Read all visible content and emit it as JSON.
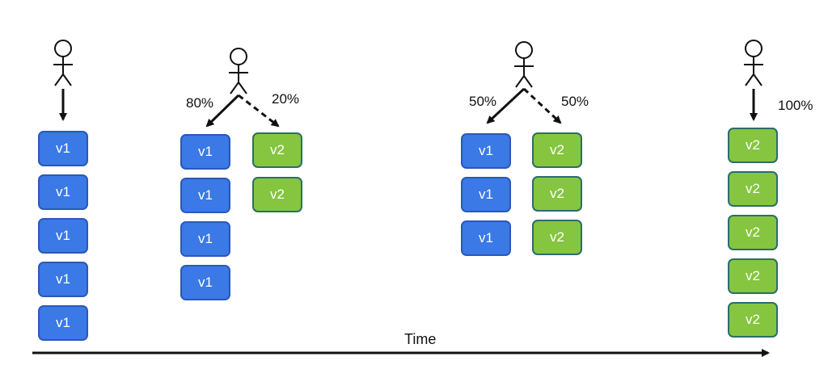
{
  "stages": [
    {
      "id": "stage-1",
      "v1_boxes": [
        "v1",
        "v1",
        "v1",
        "v1",
        "v1"
      ],
      "v2_boxes": [],
      "split": {
        "v1_pct": "",
        "v2_pct": ""
      }
    },
    {
      "id": "stage-2",
      "v1_boxes": [
        "v1",
        "v1",
        "v1",
        "v1"
      ],
      "v2_boxes": [
        "v2",
        "v2"
      ],
      "split": {
        "v1_pct": "80%",
        "v2_pct": "20%"
      }
    },
    {
      "id": "stage-3",
      "v1_boxes": [
        "v1",
        "v1",
        "v1"
      ],
      "v2_boxes": [
        "v2",
        "v2",
        "v2"
      ],
      "split": {
        "v1_pct": "50%",
        "v2_pct": "50%"
      }
    },
    {
      "id": "stage-4",
      "v1_boxes": [],
      "v2_boxes": [
        "v2",
        "v2",
        "v2",
        "v2",
        "v2"
      ],
      "split": {
        "v1_pct": "",
        "v2_pct": "100%"
      }
    }
  ],
  "time_axis": {
    "label": "Time"
  },
  "colors": {
    "v1_fill": "#3a79e6",
    "v1_border": "#2b58b8",
    "v2_fill": "#86c540",
    "v2_border": "#2a6e6a",
    "line": "#111111"
  },
  "icons": {
    "user": "stick-figure-icon"
  }
}
